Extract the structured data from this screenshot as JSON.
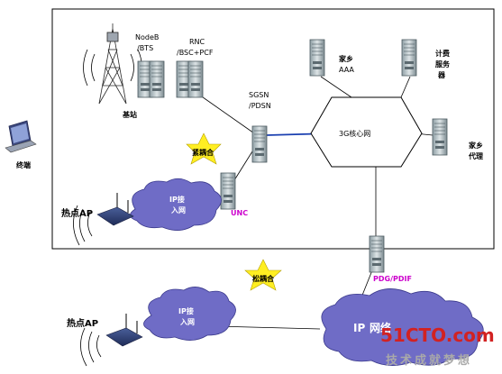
{
  "labels": {
    "terminal": "终端",
    "nodeb": "NodeB",
    "bts": "/BTS",
    "rnc": "RNC",
    "bsc_pcf": "/BSC+PCF",
    "base_station": "基站",
    "sgsn": "SGSN",
    "pdsn": "/PDSN",
    "home_aaa_1": "家乡",
    "home_aaa_2": "AAA",
    "billing_1": "计费",
    "billing_2": "服务",
    "billing_3": "器",
    "core_network": "3G核心网",
    "home_agent_1": "家乡",
    "home_agent_2": "代理",
    "tight_coupling": "紧耦合",
    "hotspot_ap_upper": "热点AP",
    "ip_access_upper_1": "IP接",
    "ip_access_upper_2": "入网",
    "unc": "UNC",
    "pdg_pdif": "PDG/PDIF",
    "loose_coupling": "松耦合",
    "hotspot_ap_lower": "热点AP",
    "ip_access_lower_1": "IP接",
    "ip_access_lower_2": "入网",
    "ip_network_1": "IP",
    "ip_network_2": "网络",
    "watermark_1": "51CTO.com",
    "watermark_2": "技术成就梦想"
  },
  "colors": {
    "cloud_fill": "#6f6cc6",
    "cloud_stroke": "#3b3a8c",
    "star_fill": "#ffee22",
    "magenta_label": "#cc00cc",
    "core_link": "#1a3fb0",
    "watermark_red": "#d22222",
    "watermark_gray": "#a9a9a9"
  },
  "icons": [
    "laptop-icon",
    "tower-icon",
    "server-icon",
    "router-icon",
    "radio-waves-icon",
    "cloud-icon",
    "star-icon"
  ]
}
